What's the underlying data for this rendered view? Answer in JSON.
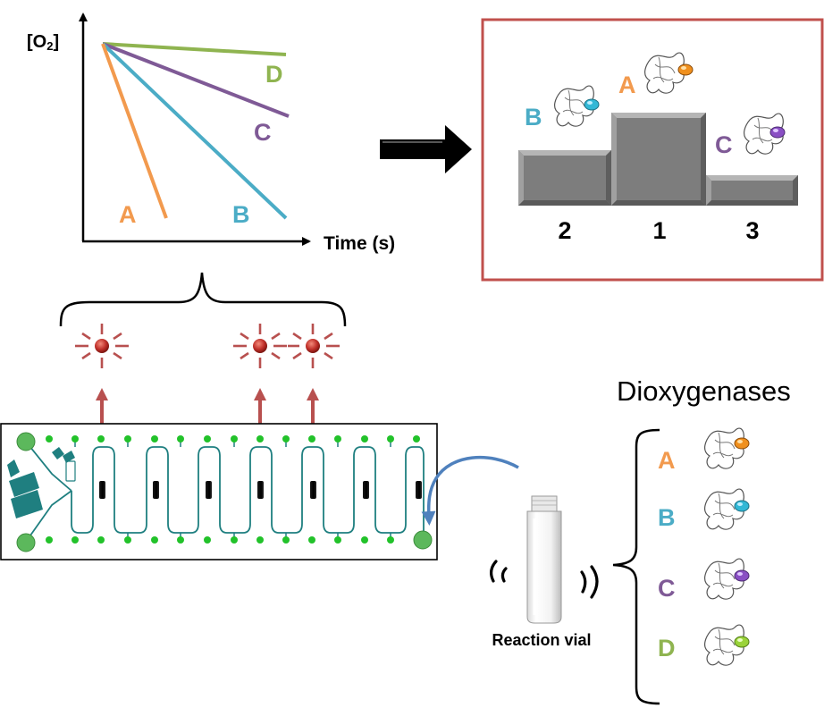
{
  "chart_data": {
    "type": "line",
    "ylabel": "[O2]",
    "xlabel": "Time (s)",
    "series": [
      {
        "name": "A",
        "color": "#f29a4e"
      },
      {
        "name": "B",
        "color": "#4bacc6"
      },
      {
        "name": "C",
        "color": "#7f5a96"
      },
      {
        "name": "D",
        "color": "#8fb450"
      }
    ]
  },
  "podium": {
    "ranks": [
      "2",
      "1",
      "3"
    ],
    "letters": [
      "B",
      "A",
      "C"
    ]
  },
  "dioxygenases": {
    "title": "Dioxygenases",
    "items": [
      {
        "label": "A",
        "color": "#f29a4e"
      },
      {
        "label": "B",
        "color": "#4bacc6"
      },
      {
        "label": "C",
        "color": "#7f5a96"
      },
      {
        "label": "D",
        "color": "#8fb450"
      }
    ]
  },
  "vial": {
    "label": "Reaction vial"
  },
  "colors": {
    "arrow_red": "#b8504f",
    "chip_teal": "#1f7f80",
    "led_green": "#22c22a",
    "podium_gray": "#8c8c8c",
    "frame_red": "#c0504d",
    "flow_blue": "#4f81bd"
  },
  "icons": [
    "enzyme-structure-icon",
    "sensor-spot-icon",
    "chip-logo-icon"
  ]
}
